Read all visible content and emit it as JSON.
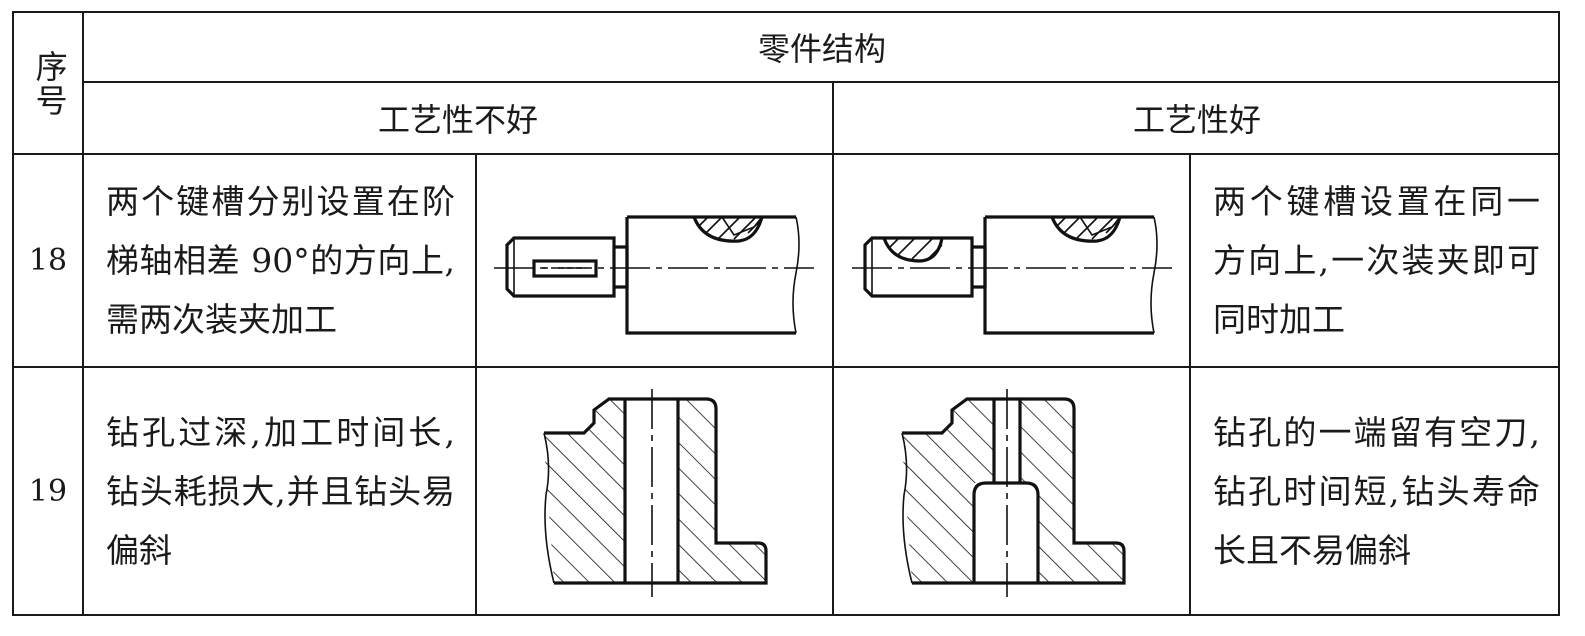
{
  "header": {
    "seq_label": "序号",
    "structure_label": "零件结构",
    "bad_label": "工艺性不好",
    "good_label": "工艺性好"
  },
  "rows": [
    {
      "number": "18",
      "bad_text": "两个键槽分别设置在阶梯轴相差 90°的方向上,需两次装夹加工",
      "good_text": "两个键槽设置在同一方向上,一次装夹即可同时加工"
    },
    {
      "number": "19",
      "bad_text": "钻孔过深,加工时间长,钻头耗损大,并且钻头易偏斜",
      "good_text": "钻孔的一端留有空刀,钻孔时间短,钻头寿命长且不易偏斜"
    }
  ]
}
